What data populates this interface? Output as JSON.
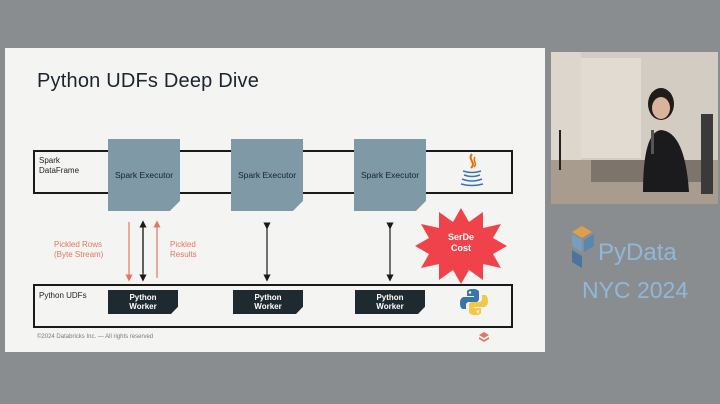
{
  "slide": {
    "title": "Python UDFs Deep Dive",
    "spark_band_label": "Spark\nDataFrame",
    "python_band_label": "Python UDFs",
    "executors": [
      "Spark Executor",
      "Spark Executor",
      "Spark Executor"
    ],
    "workers": [
      "Python\nWorker",
      "Python\nWorker",
      "Python\nWorker"
    ],
    "pickled_rows": "Pickled Rows\n(Byte Stream)",
    "pickled_results": "Pickled\nResults",
    "serde": "SerDe\nCost",
    "footer": "©2024 Databricks Inc. — All rights reserved"
  },
  "branding": {
    "event_name": "PyData",
    "event_city_year": "NYC 2024"
  },
  "colors": {
    "executor": "#7f9aa6",
    "worker": "#1f2a30",
    "pickled": "#e07860",
    "serde": "#f0424a",
    "pydata": "#8fb8d6"
  }
}
